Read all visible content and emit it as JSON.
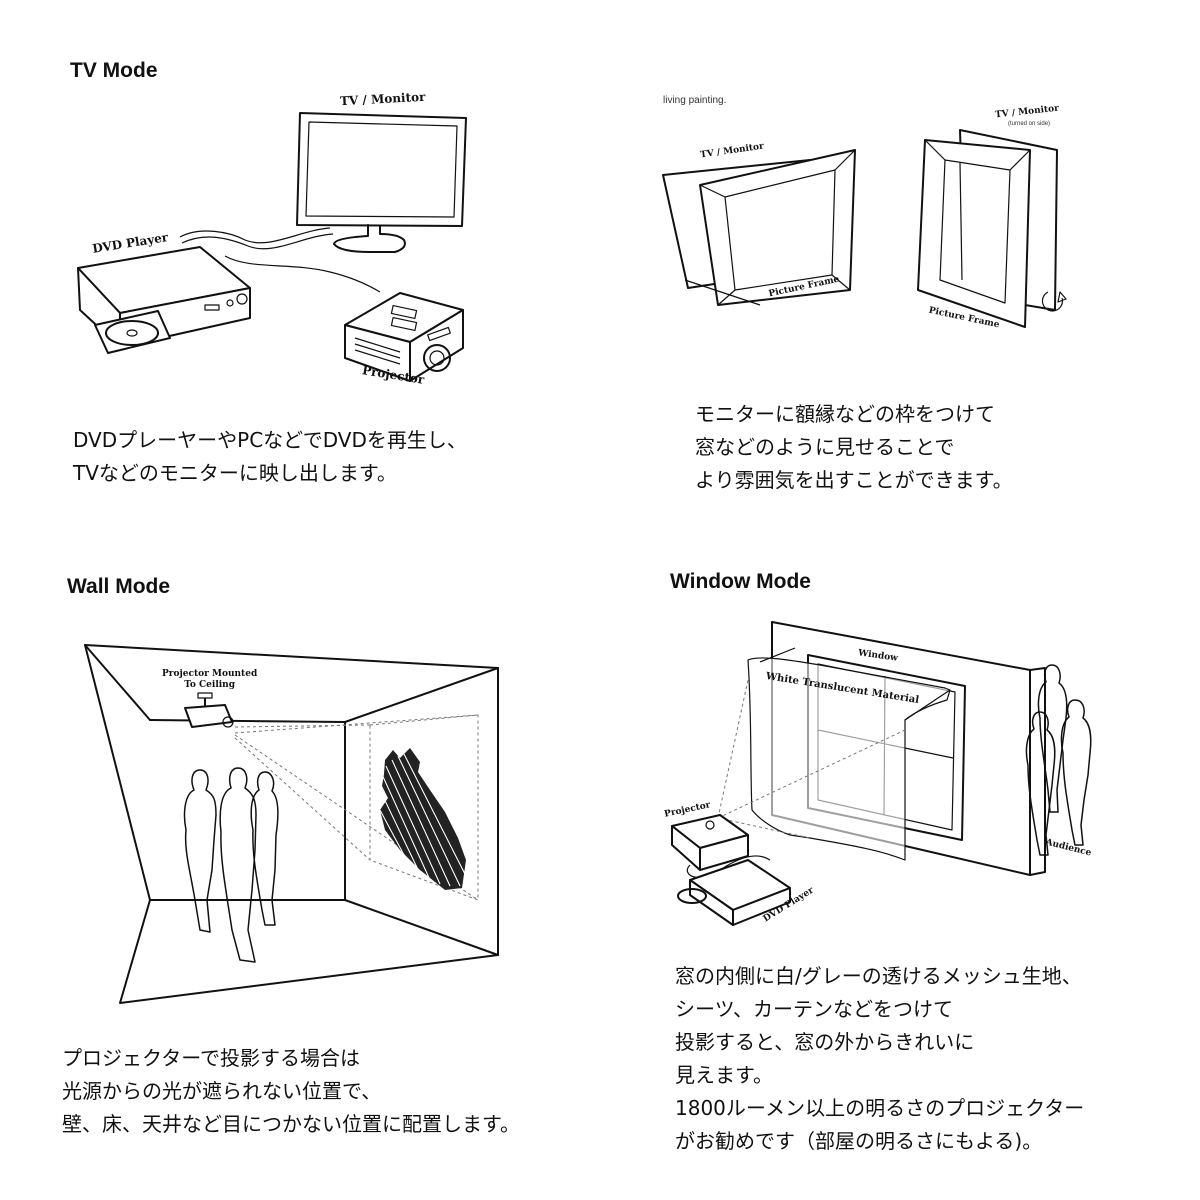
{
  "panels": {
    "tv": {
      "title": "TV Mode",
      "labels": {
        "monitor": "TV / Monitor",
        "dvd": "DVD Player",
        "projector": "Projector"
      },
      "lines": [
        "DVDプレーヤーやPCなどでDVDを再生し、",
        "TVなどのモニターに映し出します。"
      ]
    },
    "frame": {
      "note": "living painting.",
      "labels": {
        "monitor_a": "TV / Monitor",
        "monitor_b": "TV / Monitor",
        "monitor_b_sub": "(turned on side)",
        "frame_a": "Picture Frame",
        "frame_b": "Picture Frame"
      },
      "lines": [
        "モニターに額縁などの枠をつけて",
        "窓などのように見せることで",
        "より雰囲気を出すことができます。"
      ]
    },
    "wall": {
      "title": "Wall Mode",
      "labels": {
        "projector_line1": "Projector Mounted",
        "projector_line2": "To Ceiling"
      },
      "lines": [
        "プロジェクターで投影する場合は",
        "光源からの光が遮られない位置で、",
        "壁、床、天井など目につかない位置に配置します。"
      ]
    },
    "window": {
      "title": "Window Mode",
      "labels": {
        "window": "Window",
        "material": "White Translucent Material",
        "projector": "Projector",
        "audience": "Audience",
        "dvd": "DVD Player"
      },
      "lines": [
        "窓の内側に白/グレーの透けるメッシュ生地、",
        "シーツ、カーテンなどをつけて",
        "投影すると、窓の外からきれいに",
        "見えます。",
        "1800ルーメン以上の明るさのプロジェクター",
        "がお勧めです（部屋の明るさにもよる)。"
      ]
    }
  }
}
